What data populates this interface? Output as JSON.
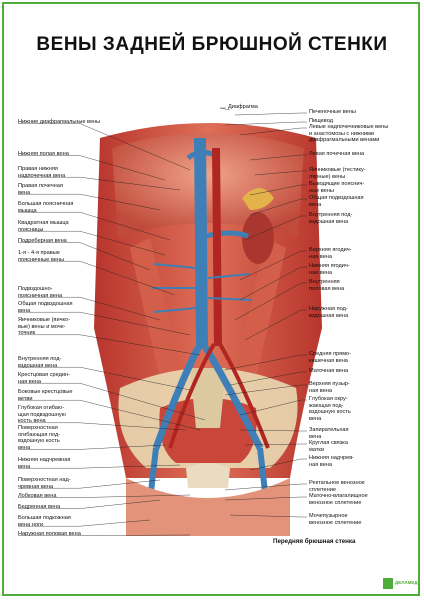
{
  "title": "ВЕНЫ ЗАДНЕЙ БРЮШНОЙ СТЕНКИ",
  "labels_left": [
    "Нижние диафрагмальные вены",
    "Нижняя полая вена",
    "Правая нижняя\nнадпочечная вена",
    "Правая почечная\nвена",
    "Большая поясничная\nмышца",
    "Квадратная мышца\nпоясницы",
    "Подреберная вена",
    "1-я - 4-я правые\nпоясничные вены",
    "Подвздошно-\nпоясничная вена",
    "Общая подвздошная\nвена",
    "Яичниковые (яичко-\nвые) вены и моче-\nточник",
    "Внутренняя под-\nвздошная вена",
    "Крестцовая средин-\nная вена",
    "Боковые крестцовые\nветви",
    "Глубокая огибаю-\nщая подвздошную\nкость вена",
    "Поверхностная\nогибающая под-\nвздошную кость\nвена",
    "Нижняя надчревная\nвена",
    "Поверхностная над-\nчревная вена",
    "Лобковая вена",
    "Бедренная вена",
    "Большая подкожная\nвена ноги",
    "Наружная половая вена"
  ],
  "labels_right": [
    "Диафрагма",
    "Печеночные вены",
    "Пищевод",
    "Левые надпочечниковые вены\nи анастомозы с нижними\nдиафрагмальными венами",
    "Левая почечная вена",
    "Яичниковые (тестику-\nлярные) вены",
    "Выводящие пояснич-\nные вены",
    "Общая подвздошная\nвена",
    "Внутренняя под-\nвздошная вена",
    "Верхняя ягодич-\nная вена",
    "Нижняя ягодич-\nная вена",
    "Внутренняя\nполовая вена",
    "Наружная под-\nвздошная вена",
    "Средняя прямо-\nкишечная вена",
    "Маточная вена",
    "Верхняя пузыр-\nная вена",
    "Глубокая окру-\nжающая под-\nвздошную кость\nвена",
    "Запирательная\nвена",
    "Круглая связка\nматки",
    "Нижняя надчрев-\nная вена",
    "Ректальное венозное\nсплетение",
    "Маточно-влагалищное\nвенозное сплетение",
    "Мочепузырное\nвенозное сплетение"
  ],
  "bottom_label": "Передняя брюшная стенка",
  "logo_text": "ДЕЛАМЕД",
  "colors": {
    "frame": "#4fae3a",
    "muscle": "#c9463a",
    "muscle_light": "#e27a62",
    "vein": "#3e7fb8",
    "bone": "#e6d7b4",
    "text": "#111111"
  }
}
